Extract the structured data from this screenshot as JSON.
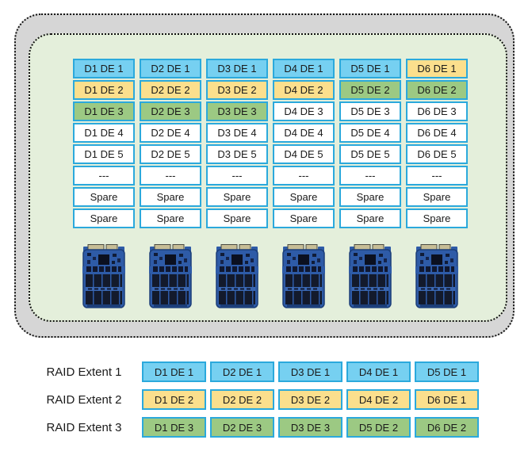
{
  "colors": {
    "raid_extent_1": "#76d0f1",
    "raid_extent_2": "#fbdf8d",
    "raid_extent_3": "#9cc983",
    "unused": "#ffffff",
    "cell_border": "#2ba9dc",
    "pool_background": "#d6d6d6",
    "drive_group_background": "#e4efdb"
  },
  "drive_grid": {
    "columns": [
      {
        "drive": "D1",
        "cells": [
          {
            "label": "D1 DE 1",
            "fill": "raid_extent_1"
          },
          {
            "label": "D1 DE 2",
            "fill": "raid_extent_2"
          },
          {
            "label": "D1 DE 3",
            "fill": "raid_extent_3"
          },
          {
            "label": "D1 DE 4",
            "fill": "unused"
          },
          {
            "label": "D1 DE 5",
            "fill": "unused"
          },
          {
            "label": "---",
            "fill": "unused"
          },
          {
            "label": "Spare",
            "fill": "unused"
          },
          {
            "label": "Spare",
            "fill": "unused"
          }
        ]
      },
      {
        "drive": "D2",
        "cells": [
          {
            "label": "D2 DE 1",
            "fill": "raid_extent_1"
          },
          {
            "label": "D2 DE 2",
            "fill": "raid_extent_2"
          },
          {
            "label": "D2 DE 3",
            "fill": "raid_extent_3"
          },
          {
            "label": "D2 DE 4",
            "fill": "unused"
          },
          {
            "label": "D2 DE 5",
            "fill": "unused"
          },
          {
            "label": "---",
            "fill": "unused"
          },
          {
            "label": "Spare",
            "fill": "unused"
          },
          {
            "label": "Spare",
            "fill": "unused"
          }
        ]
      },
      {
        "drive": "D3",
        "cells": [
          {
            "label": "D3 DE 1",
            "fill": "raid_extent_1"
          },
          {
            "label": "D3 DE 2",
            "fill": "raid_extent_2"
          },
          {
            "label": "D3 DE 3",
            "fill": "raid_extent_3"
          },
          {
            "label": "D3 DE 4",
            "fill": "unused"
          },
          {
            "label": "D3 DE 5",
            "fill": "unused"
          },
          {
            "label": "---",
            "fill": "unused"
          },
          {
            "label": "Spare",
            "fill": "unused"
          },
          {
            "label": "Spare",
            "fill": "unused"
          }
        ]
      },
      {
        "drive": "D4",
        "cells": [
          {
            "label": "D4 DE 1",
            "fill": "raid_extent_1"
          },
          {
            "label": "D4 DE 2",
            "fill": "raid_extent_2"
          },
          {
            "label": "D4 DE 3",
            "fill": "unused"
          },
          {
            "label": "D4 DE 4",
            "fill": "unused"
          },
          {
            "label": "D4 DE 5",
            "fill": "unused"
          },
          {
            "label": "---",
            "fill": "unused"
          },
          {
            "label": "Spare",
            "fill": "unused"
          },
          {
            "label": "Spare",
            "fill": "unused"
          }
        ]
      },
      {
        "drive": "D5",
        "cells": [
          {
            "label": "D5 DE 1",
            "fill": "raid_extent_1"
          },
          {
            "label": "D5 DE 2",
            "fill": "raid_extent_3"
          },
          {
            "label": "D5 DE 3",
            "fill": "unused"
          },
          {
            "label": "D5 DE 4",
            "fill": "unused"
          },
          {
            "label": "D5 DE 5",
            "fill": "unused"
          },
          {
            "label": "---",
            "fill": "unused"
          },
          {
            "label": "Spare",
            "fill": "unused"
          },
          {
            "label": "Spare",
            "fill": "unused"
          }
        ]
      },
      {
        "drive": "D6",
        "cells": [
          {
            "label": "D6 DE 1",
            "fill": "raid_extent_2"
          },
          {
            "label": "D6 DE 2",
            "fill": "raid_extent_3"
          },
          {
            "label": "D6 DE 3",
            "fill": "unused"
          },
          {
            "label": "D6 DE 4",
            "fill": "unused"
          },
          {
            "label": "D6 DE 5",
            "fill": "unused"
          },
          {
            "label": "---",
            "fill": "unused"
          },
          {
            "label": "Spare",
            "fill": "unused"
          },
          {
            "label": "Spare",
            "fill": "unused"
          }
        ]
      }
    ]
  },
  "disks": {
    "count": 6
  },
  "raid_extents": [
    {
      "label": "RAID Extent 1",
      "fill": "raid_extent_1",
      "cells": [
        "D1 DE 1",
        "D2 DE 1",
        "D3 DE 1",
        "D4 DE 1",
        "D5 DE 1"
      ]
    },
    {
      "label": "RAID Extent 2",
      "fill": "raid_extent_2",
      "cells": [
        "D1 DE 2",
        "D2 DE 2",
        "D3 DE 2",
        "D4 DE 2",
        "D6 DE 1"
      ]
    },
    {
      "label": "RAID Extent 3",
      "fill": "raid_extent_3",
      "cells": [
        "D1 DE 3",
        "D2 DE 3",
        "D3 DE 3",
        "D5 DE 2",
        "D6 DE 2"
      ]
    }
  ]
}
